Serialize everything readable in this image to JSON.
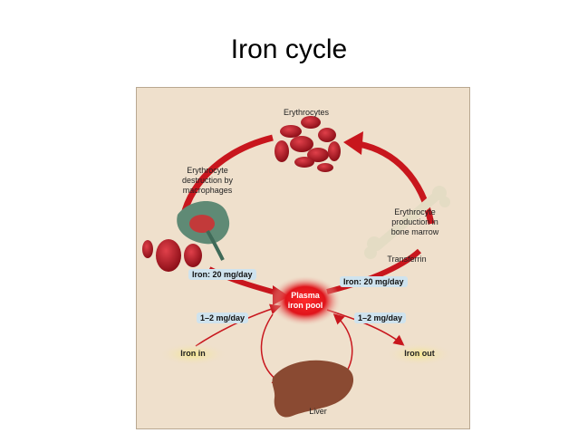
{
  "slide": {
    "title": "Iron cycle"
  },
  "diagram": {
    "nodes": {
      "erythrocytes": "Erythrocytes",
      "destruction": "Erythrocyte\ndestruction by\nmacrophages",
      "production": "Erythrocyte\nproduction in\nbone marrow",
      "transferrin": "Transferrin",
      "plasma": "Plasma\niron pool",
      "iron_in": "Iron in",
      "iron_out": "Iron out",
      "liver": "Liver"
    },
    "flows": {
      "macrophage_to_plasma": "Iron: 20 mg/day",
      "plasma_to_marrow": "Iron: 20 mg/day",
      "iron_in_rate": "1–2 mg/day",
      "iron_out_rate": "1–2 mg/day"
    },
    "colors": {
      "background": "#efe0cc",
      "cycle_arrow": "#c8161d",
      "cells": "#b01822",
      "liver": "#8a4a32",
      "label_pill": "#cfe3ee",
      "io_oval": "#f1e29a"
    }
  }
}
